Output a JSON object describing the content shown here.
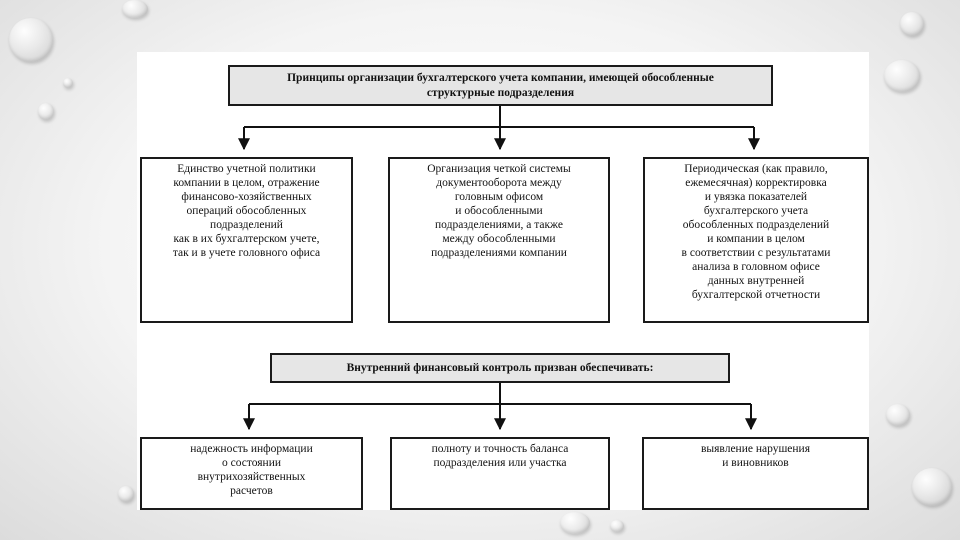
{
  "header_top": {
    "text": "Принципы организации бухгалтерского учета компании, имеющей обособленные\nструктурные подразделения"
  },
  "principles": [
    {
      "text": "Единство учетной политики\nкомпании в целом, отражение\nфинансово-хозяйственных\nопераций обособленных\nподразделений\nкак в их бухгалтерском учете,\nтак и в учете головного офиса"
    },
    {
      "text": "Организация четкой системы\nдокументооборота между\nголовным офисом\nи обособленными\nподразделениями, а также\nмежду обособленными\nподразделениями компании"
    },
    {
      "text": "Периодическая (как правило,\nежемесячная) корректировка\nи увязка показателей\nбухгалтерского учета\nобособленных подразделений\nи компании в целом\nв соответствии с результатами\nанализа в головном офисе\nданных внутренней\nбухгалтерской отчетности"
    }
  ],
  "header_control": {
    "text": "Внутренний финансовый контроль призван обеспечивать:"
  },
  "controls": [
    {
      "text": "надежность информации\nо состоянии\nвнутрихозяйственных\nрасчетов"
    },
    {
      "text": "полноту и точность баланса\nподразделения или участка"
    },
    {
      "text": "выявление нарушения\nи виновников"
    }
  ]
}
